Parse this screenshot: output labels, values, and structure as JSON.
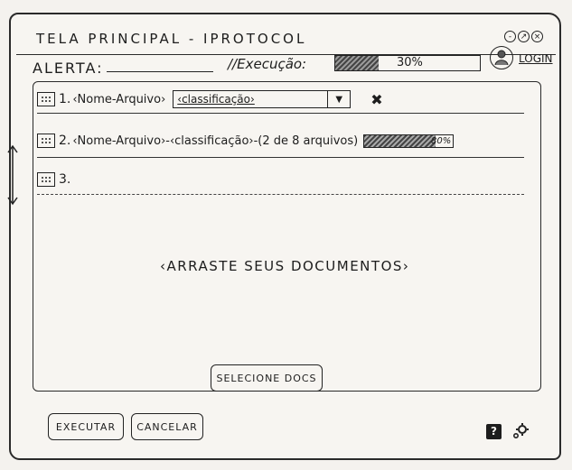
{
  "window": {
    "title": "TELA PRINCIPAL - iProtocol",
    "controls": {
      "minimize": "-",
      "maximize": "↗",
      "close": "×"
    }
  },
  "header": {
    "alert_label": "ALERTA:",
    "execution_label": "//Execução:",
    "execution_progress": 30,
    "execution_percent_text": "30%",
    "avatar_icon": "user-icon",
    "login_label": "LOGIN"
  },
  "files": [
    {
      "index": "1.",
      "name": "‹Nome-Arquivo›",
      "classification": "‹classificação›",
      "dropdown_icon": "chevron-down-icon",
      "remove_icon": "close-icon"
    },
    {
      "index": "2.",
      "description": "‹Nome-Arquivo›-‹classificação›-(2 de 8 arquivos)",
      "progress": 80,
      "percent_text": "80%"
    },
    {
      "index": "3."
    }
  ],
  "dropzone": {
    "text": "‹ARRASTE SEUS DOCUMENTOS›",
    "select_button": "SELECIONE DOCS"
  },
  "footer": {
    "execute_button": "EXECUTAR",
    "cancel_button": "CANCELAR",
    "help_label": "?",
    "help_icon": "help-icon",
    "settings_icon": "gear-icon"
  },
  "colors": {
    "ink": "#1d1d1d",
    "paper": "#f7f5f1"
  }
}
